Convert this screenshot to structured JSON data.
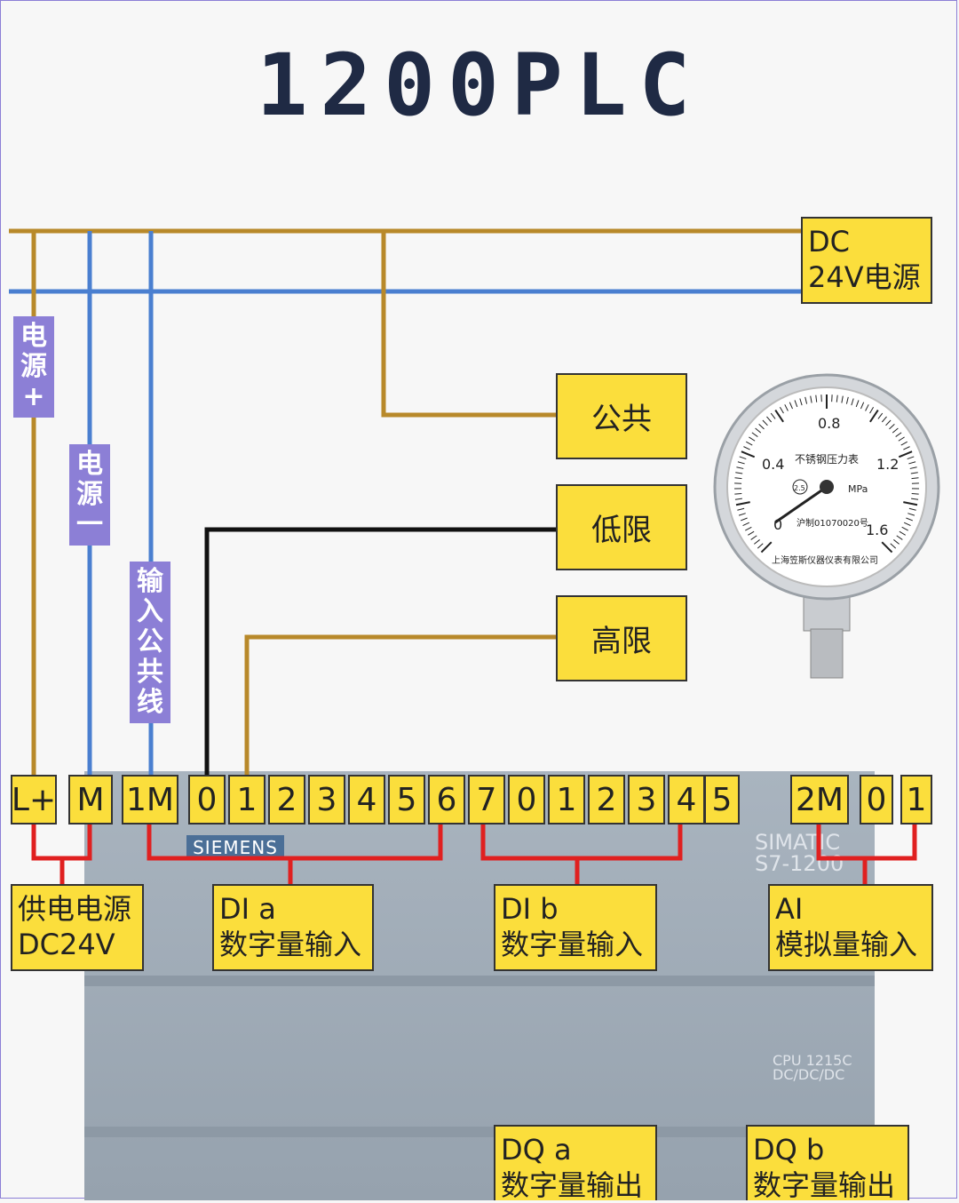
{
  "title": "1200PLC",
  "power_box": {
    "line1": "DC",
    "line2": "24V电源"
  },
  "signal_boxes": {
    "common": "公共",
    "low_limit": "低限",
    "high_limit": "高限"
  },
  "vertical_labels": {
    "power_plus": "电源+",
    "power_minus": "电源一",
    "input_common": "输入公共线"
  },
  "terminals": [
    "L+",
    "M",
    "1M",
    "0",
    "1",
    "2",
    "3",
    "4",
    "5",
    "6",
    "7",
    "0",
    "1",
    "2",
    "3",
    "4",
    "5",
    "2M",
    "0",
    "1"
  ],
  "group_labels": {
    "supply": {
      "line1": "供电电源",
      "line2": "DC24V"
    },
    "dia": {
      "line1": "DI a",
      "line2": "数字量输入"
    },
    "dib": {
      "line1": "DI b",
      "line2": "数字量输入"
    },
    "ai": {
      "line1": "AI",
      "line2": "模拟量输入"
    },
    "dqa": {
      "line1": "DQ a",
      "line2": "数字量输出"
    },
    "dqb": {
      "line1": "DQ b",
      "line2": "数字量输出"
    }
  },
  "plc": {
    "brand": "SIEMENS",
    "model_line1": "SIMATIC",
    "model_line2": "S7-1200",
    "cpu_line1": "CPU 1215C",
    "cpu_line2": "DC/DC/DC"
  },
  "gauge": {
    "scale": [
      "0",
      "0.4",
      "0.8",
      "1.2",
      "1.6"
    ],
    "name": "不锈钢压力表",
    "unit": "MPa",
    "class": "2.5",
    "license": "沪制01070020号",
    "maker": "上海笠斯仪器仪表有限公司"
  },
  "colors": {
    "brown_wire": "#b8892a",
    "blue_wire": "#4a7fd0",
    "black_wire": "#111111",
    "red_bracket": "#e02020",
    "label_yellow": "#fbde3c",
    "label_purple": "#8c7fd6"
  }
}
